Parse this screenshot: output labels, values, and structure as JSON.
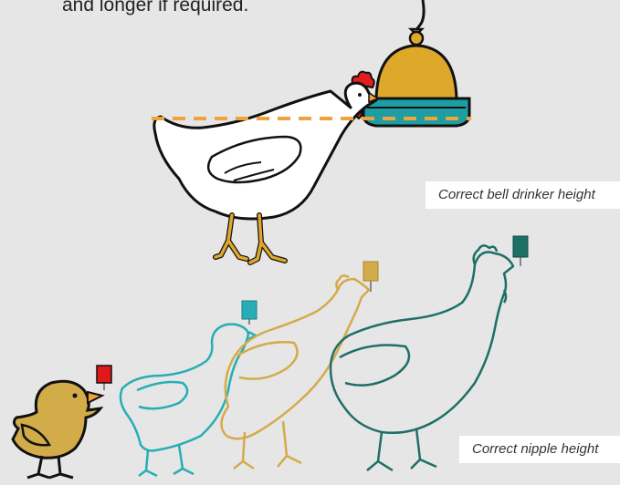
{
  "intro": {
    "text": "and longer if required."
  },
  "captions": {
    "bell_drinker": "Correct bell drinker height",
    "nipple": "Correct nipple height"
  },
  "colors": {
    "background": "#e6e6e6",
    "bell_drinker_body": "#dea82b",
    "bell_drinker_tray": "#1e9ea2",
    "height_line": "#f0a33a",
    "chick": "#d1ac49",
    "young_bird_outline": "#27aeb5",
    "mid_bird_outline": "#d4ab4a",
    "adult_bird_outline": "#1e6f66",
    "nipple_chick": "#e01818",
    "nipple_young": "#27aeb5",
    "nipple_mid": "#d4ab4a",
    "nipple_adult": "#1e6f66"
  },
  "icons": [
    "bell-drinker-icon",
    "hen-icon",
    "chick-icon",
    "nipple-drinker-icon"
  ]
}
